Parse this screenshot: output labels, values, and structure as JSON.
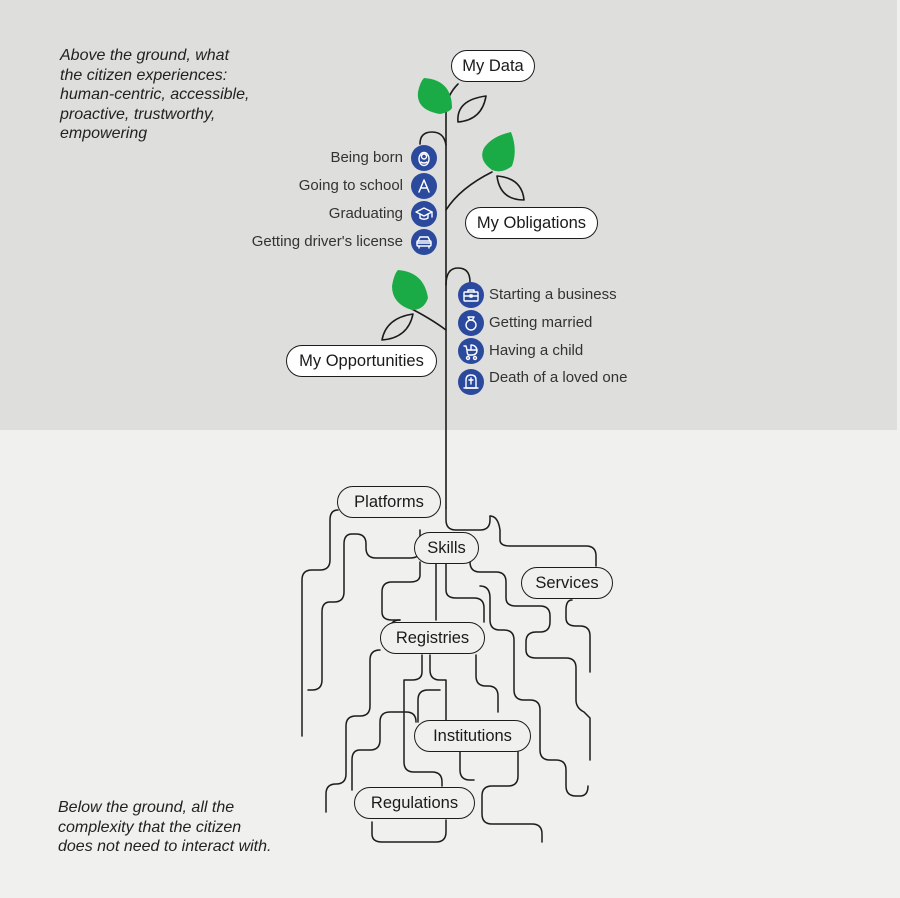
{
  "captions": {
    "above": "Above the ground, what\nthe citizen experiences:\nhuman-centric, accessible,\nproactive, trustworthy,\nempowering",
    "below": "Below the ground, all the\ncomplexity that the citizen\ndoes not need to interact with."
  },
  "above_ground": {
    "branches": [
      "My Data",
      "My Obligations",
      "My Opportunities"
    ],
    "left_events": [
      {
        "label": "Being born",
        "icon": "baby-icon"
      },
      {
        "label": "Going to school",
        "icon": "letter-a-icon"
      },
      {
        "label": "Graduating",
        "icon": "graduation-cap-icon"
      },
      {
        "label": "Getting driver's license",
        "icon": "car-icon"
      }
    ],
    "right_events": [
      {
        "label": "Starting a business",
        "icon": "briefcase-icon"
      },
      {
        "label": "Getting married",
        "icon": "ring-icon"
      },
      {
        "label": "Having a child",
        "icon": "stroller-icon"
      },
      {
        "label": "Death of a loved one",
        "icon": "tombstone-icon"
      }
    ]
  },
  "below_ground": {
    "roots": [
      "Platforms",
      "Skills",
      "Services",
      "Registries",
      "Institutions",
      "Regulations"
    ]
  },
  "colors": {
    "sky": "#dededc",
    "ground": "#f0f0ee",
    "leaf_green": "#1aab47",
    "icon_blue": "#2b4a9e",
    "line": "#1c1c1c"
  }
}
